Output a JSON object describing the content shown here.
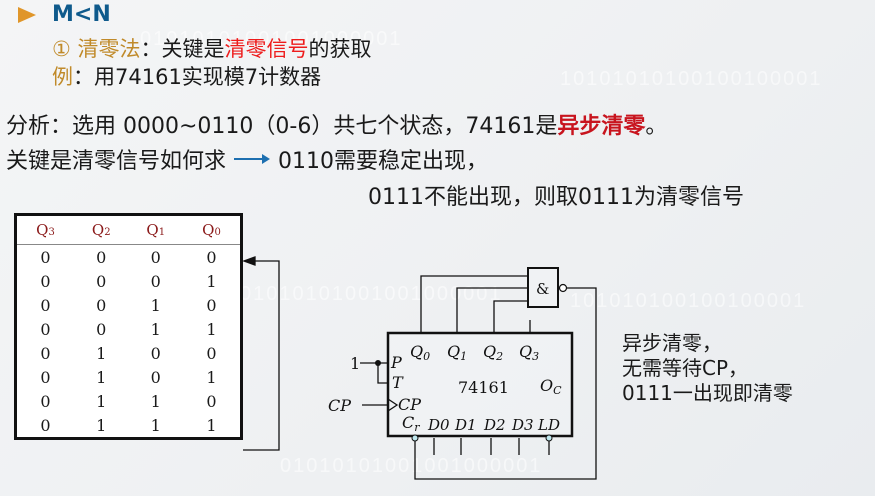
{
  "heading": {
    "label": "M<N"
  },
  "method": {
    "number": "①",
    "name": "清零法",
    "colon": "：",
    "text_before": "关键是",
    "highlight": "清零信号",
    "text_after": "的获取"
  },
  "example": {
    "prefix": "例",
    "colon": "：",
    "text": "用74161实现模7计数器"
  },
  "analysis": {
    "text": "分析：选用 0000~0110（0-6）共七个状态，74161是",
    "highlight": "异步清零",
    "end": "。"
  },
  "key_line": {
    "text": "关键是清零信号如何求",
    "note1": "0110需要稳定出现，",
    "note2": "0111不能出现，则取0111为清零信号"
  },
  "truth_table": {
    "headers": [
      "Q3",
      "Q2",
      "Q1",
      "Q0"
    ],
    "rows": [
      [
        "0",
        "0",
        "0",
        "0"
      ],
      [
        "0",
        "0",
        "0",
        "1"
      ],
      [
        "0",
        "0",
        "1",
        "0"
      ],
      [
        "0",
        "0",
        "1",
        "1"
      ],
      [
        "0",
        "1",
        "0",
        "0"
      ],
      [
        "0",
        "1",
        "0",
        "1"
      ],
      [
        "0",
        "1",
        "1",
        "0"
      ],
      [
        "0",
        "1",
        "1",
        "1"
      ]
    ]
  },
  "circuit": {
    "chip": "74161",
    "gate": "&",
    "pins_top": [
      "Q0",
      "Q1",
      "Q2",
      "Q3"
    ],
    "pins_left": [
      "P",
      "T",
      "CP"
    ],
    "pin_oc": "OC",
    "pins_bottom": [
      "Cr",
      "D0",
      "D1",
      "D2",
      "D3",
      "LD"
    ],
    "input_one": "1",
    "input_cp": "CP"
  },
  "side_note": {
    "line1": "异步清零，",
    "line2": "无需等待CP，",
    "line3": "0111一出现即清零"
  }
}
